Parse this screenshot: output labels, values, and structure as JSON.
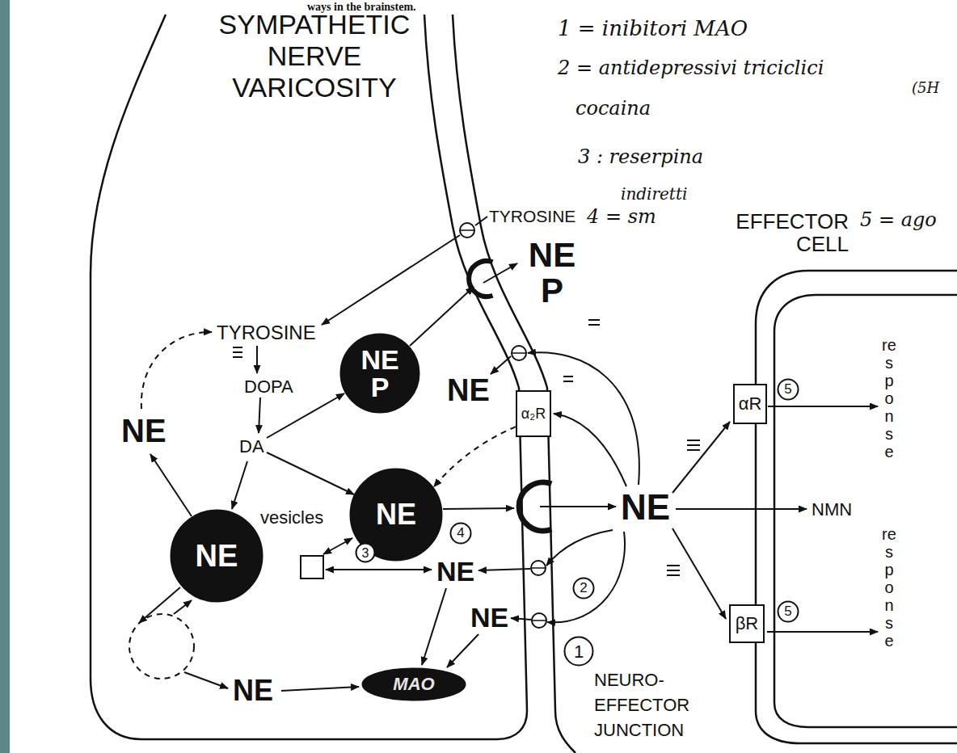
{
  "diagram": {
    "nodes": [
      {
        "text": [
          "SYMPATHETIC NERVE VARICOSITY"
        ]
      },
      {
        "text": [
          "EFFECTOR CELL"
        ]
      },
      {
        "text": [
          "NE P"
        ],
        "in": 0
      },
      {
        "text": [
          "α₂R"
        ],
        "in": 0
      },
      {
        "text": [
          "αR"
        ],
        "in": 1
      },
      {
        "text": [
          "5"
        ],
        "in": 1
      },
      {
        "text": [
          "NE"
        ],
        "in": 0
      },
      {
        "text": [
          "4"
        ],
        "in": 0
      },
      {
        "text": [
          "NE"
        ],
        "in": 0
      },
      {
        "text": [
          "3"
        ],
        "in": 0
      },
      {
        "text": [
          "2"
        ]
      },
      {
        "text": [
          "βR"
        ],
        "in": 1
      },
      {
        "text": [
          "5"
        ],
        "in": 1
      },
      {
        "text": [
          "MAO"
        ],
        "in": 0
      },
      {
        "text": [
          "1"
        ]
      }
    ],
    "edges": [
      {
        "from": 3,
        "to": 6,
        "arrow": "to"
      }
    ],
    "labels": [
      "ways in the brainstem.",
      "1 = inibitori MAO",
      "2 = antidepressivi triciclici",
      "(5H",
      "cocaina",
      "3 : reserpina",
      "indiretti",
      "4 = sm",
      "5 = ago",
      "TYROSINE",
      "NE P",
      "TYROSINE",
      "DOPA",
      "NE",
      "NE",
      "DA",
      "vesicles",
      "NE",
      "NMN",
      "NE",
      "NE",
      "NE",
      "response",
      "response",
      "NEURO- EFFECTOR JUNCTION"
    ]
  }
}
